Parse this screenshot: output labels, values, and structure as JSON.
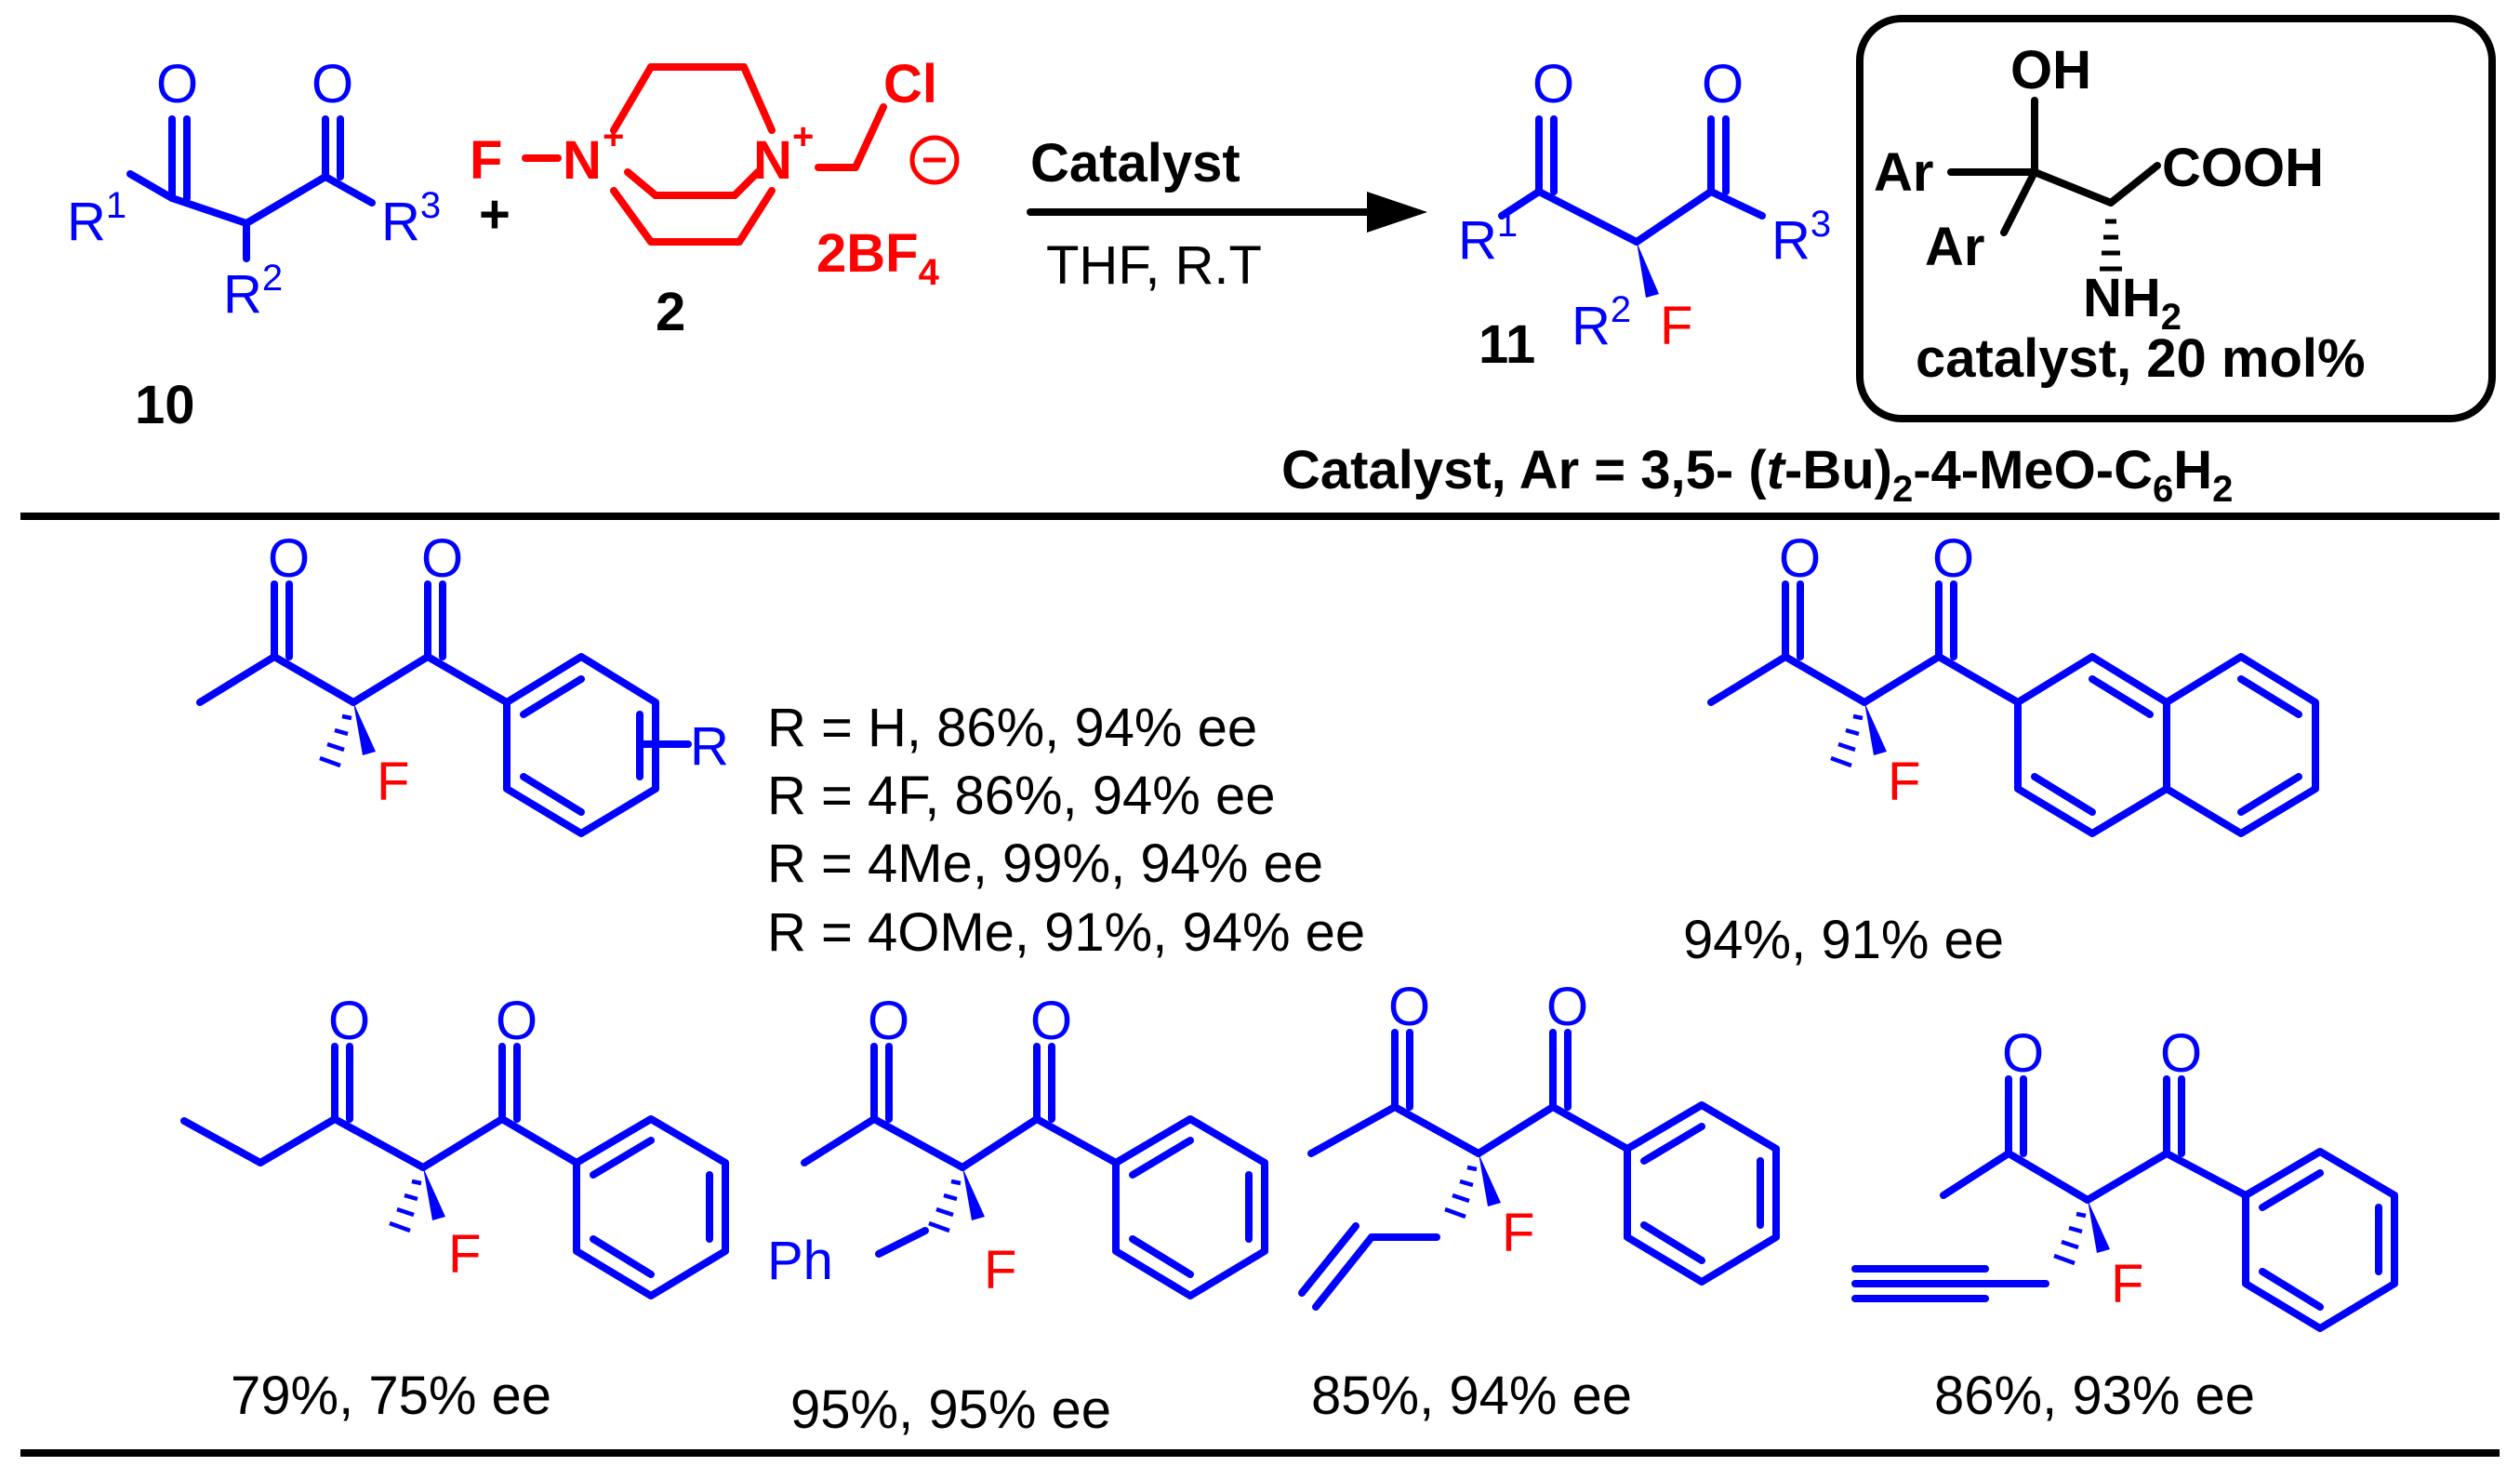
{
  "reaction": {
    "reagent_label": "Catalyst",
    "conditions_label": "THF,  R.T",
    "plus_sign": "+",
    "compound_labels": {
      "substrate": "10",
      "fluorinating_agent": "2",
      "product": "11"
    },
    "counterion": "2BF4",
    "charge_symbol": "⊖",
    "substituent_labels": {
      "r1": "R",
      "r1_sup": "1",
      "r2": "R",
      "r2_sup": "2",
      "r3": "R",
      "r3_sup": "3",
      "fluorine": "F",
      "chlorine": "Cl",
      "carbonyl_oxygen": "O",
      "nitrogen": "N",
      "plus": "+"
    }
  },
  "catalyst_box": {
    "oh": "OH",
    "ar": "Ar",
    "cooh": "COOH",
    "nh2": "NH2",
    "caption": "catalyst, 20 mol%"
  },
  "catalyst_definition": "Catalyst, Ar = 3,5- (t-Bu)2-4-MeO-C6H2",
  "examples": {
    "aryl_series_substituent": "R",
    "aryl_series": [
      "R = H, 86%, 94% ee",
      "R = 4F,  86%, 94% ee",
      "R = 4Me, 99%, 94% ee",
      "R = 4OMe,  91%, 94% ee"
    ],
    "naphthyl_result": "94%, 91% ee",
    "ethyl_ketone_result": "79%, 75% ee",
    "benzyl_result": "95%, 95% ee",
    "benzyl_substituent": "Ph",
    "allyl_result": "85%, 94% ee",
    "propargyl_result": "86%, 93% ee"
  },
  "colors": {
    "structure": "#0000ff",
    "fluorine": "#ff0000",
    "reagent": "#ff0000",
    "text": "#000000"
  }
}
